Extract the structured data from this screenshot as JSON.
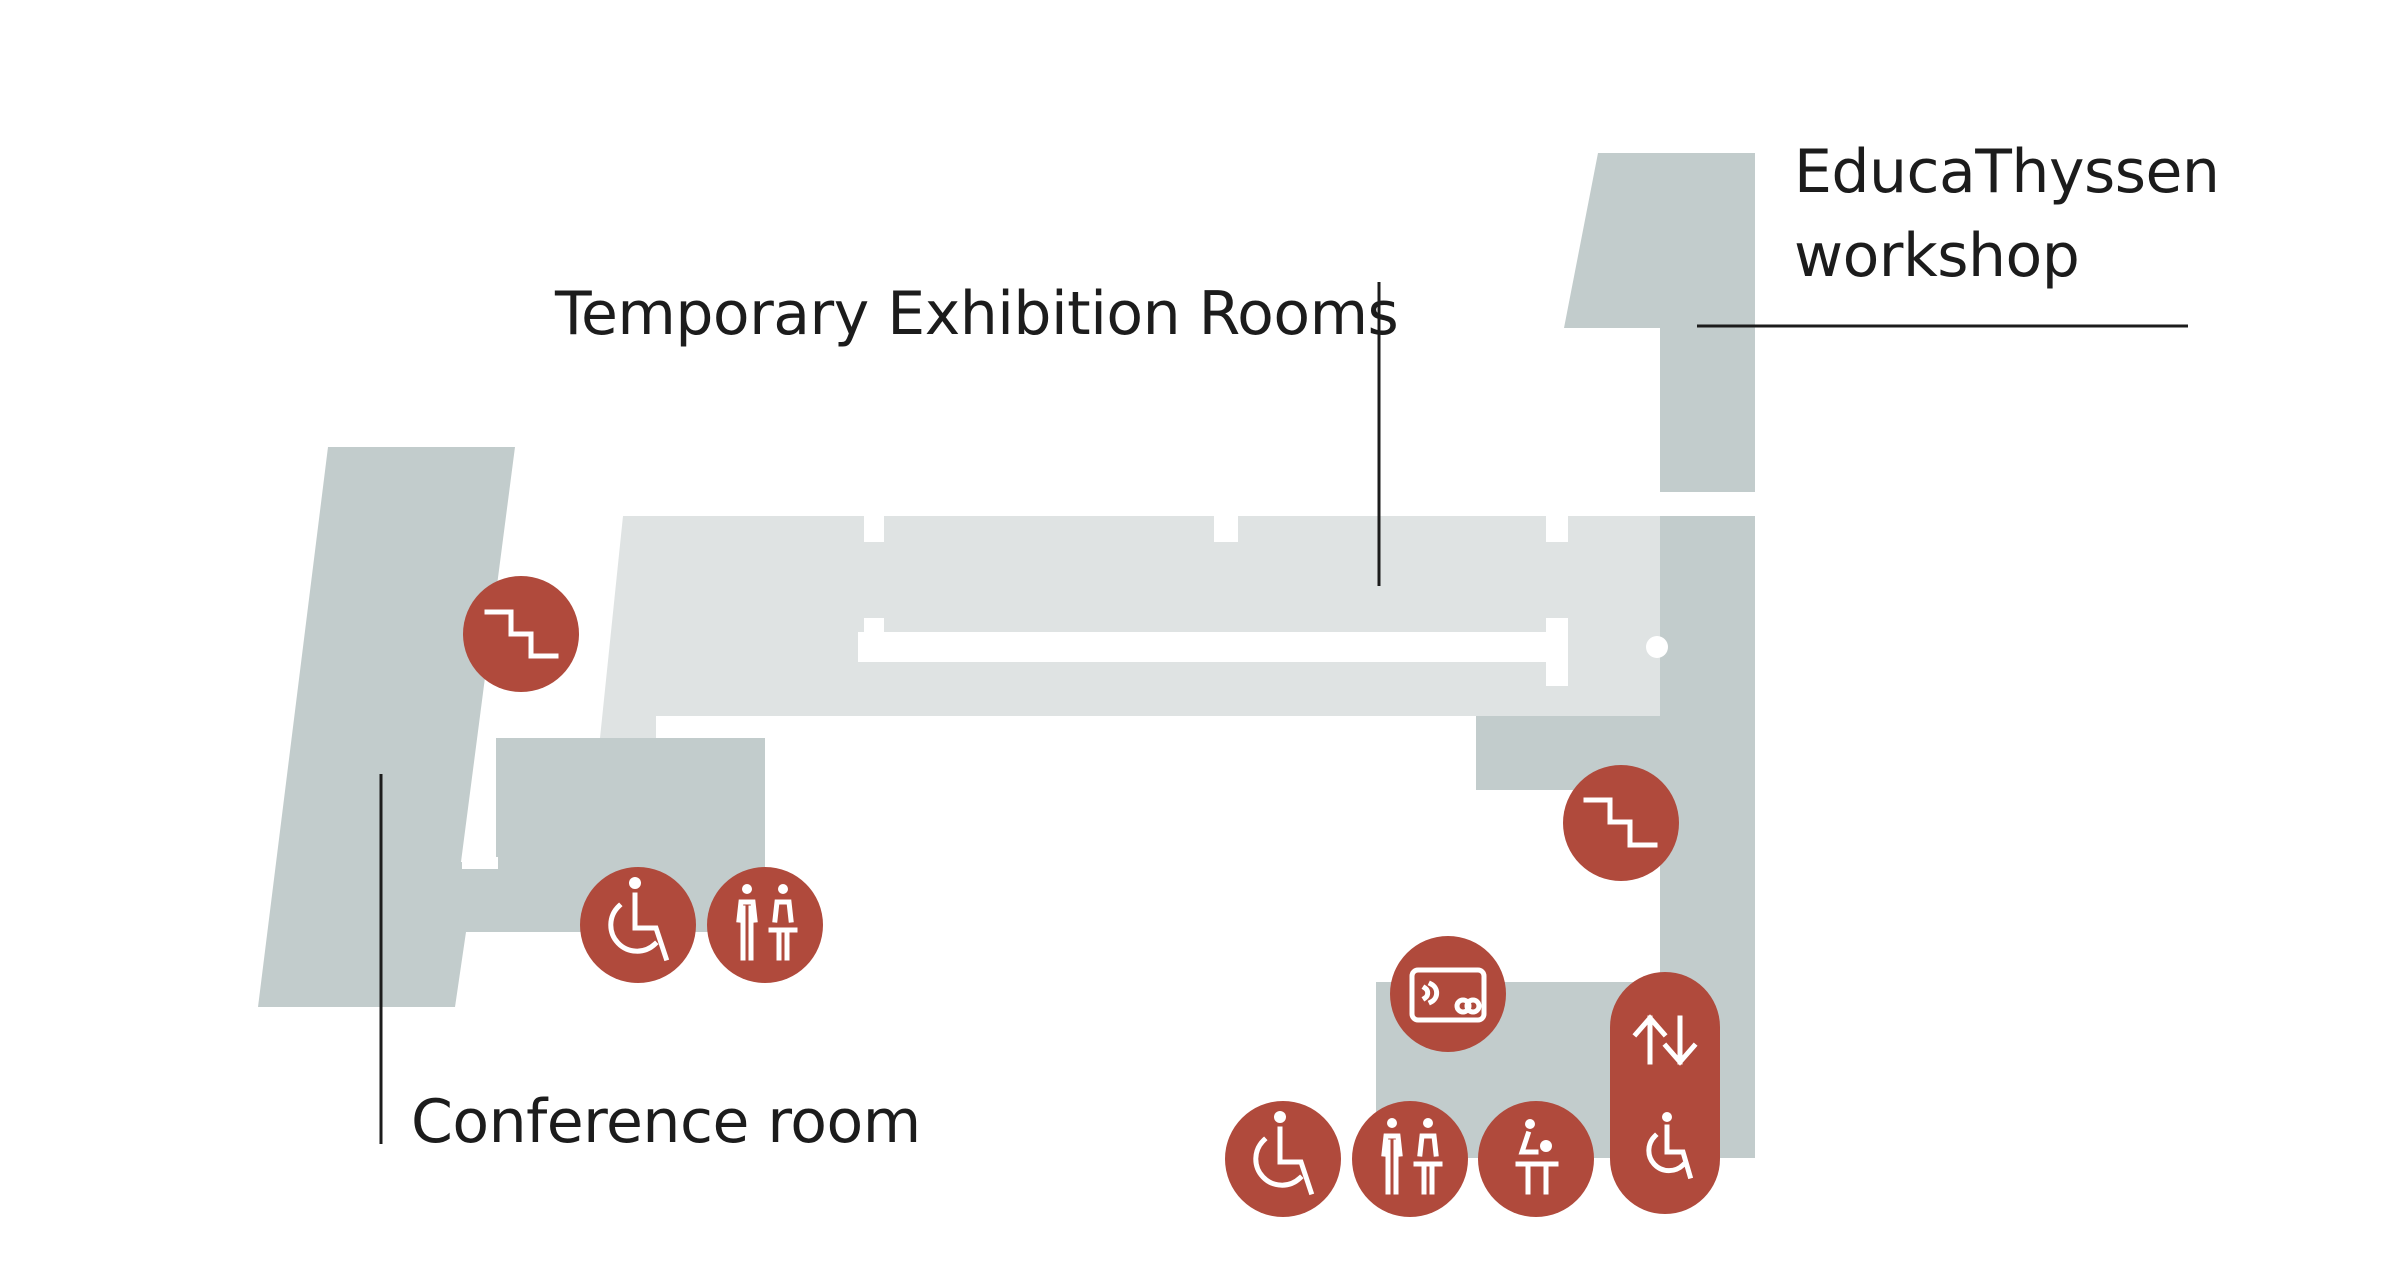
{
  "labels": {
    "temporary_rooms": "Temporary Exhibition Rooms",
    "educathyssen_line1": "EducaThyssen",
    "educathyssen_line2": "workshop",
    "conference": "Conference room"
  },
  "colors": {
    "floor_dark": "#c2cccc",
    "floor_light": "#dfe3e3",
    "badge": "#b04a3c",
    "text": "#1c1c1c"
  },
  "icons": [
    "stairs-icon",
    "stairs-icon",
    "wheelchair-icon",
    "toilets-icon",
    "card-payment-icon",
    "wheelchair-icon",
    "toilets-icon",
    "baby-changing-icon",
    "elevator-icon"
  ]
}
